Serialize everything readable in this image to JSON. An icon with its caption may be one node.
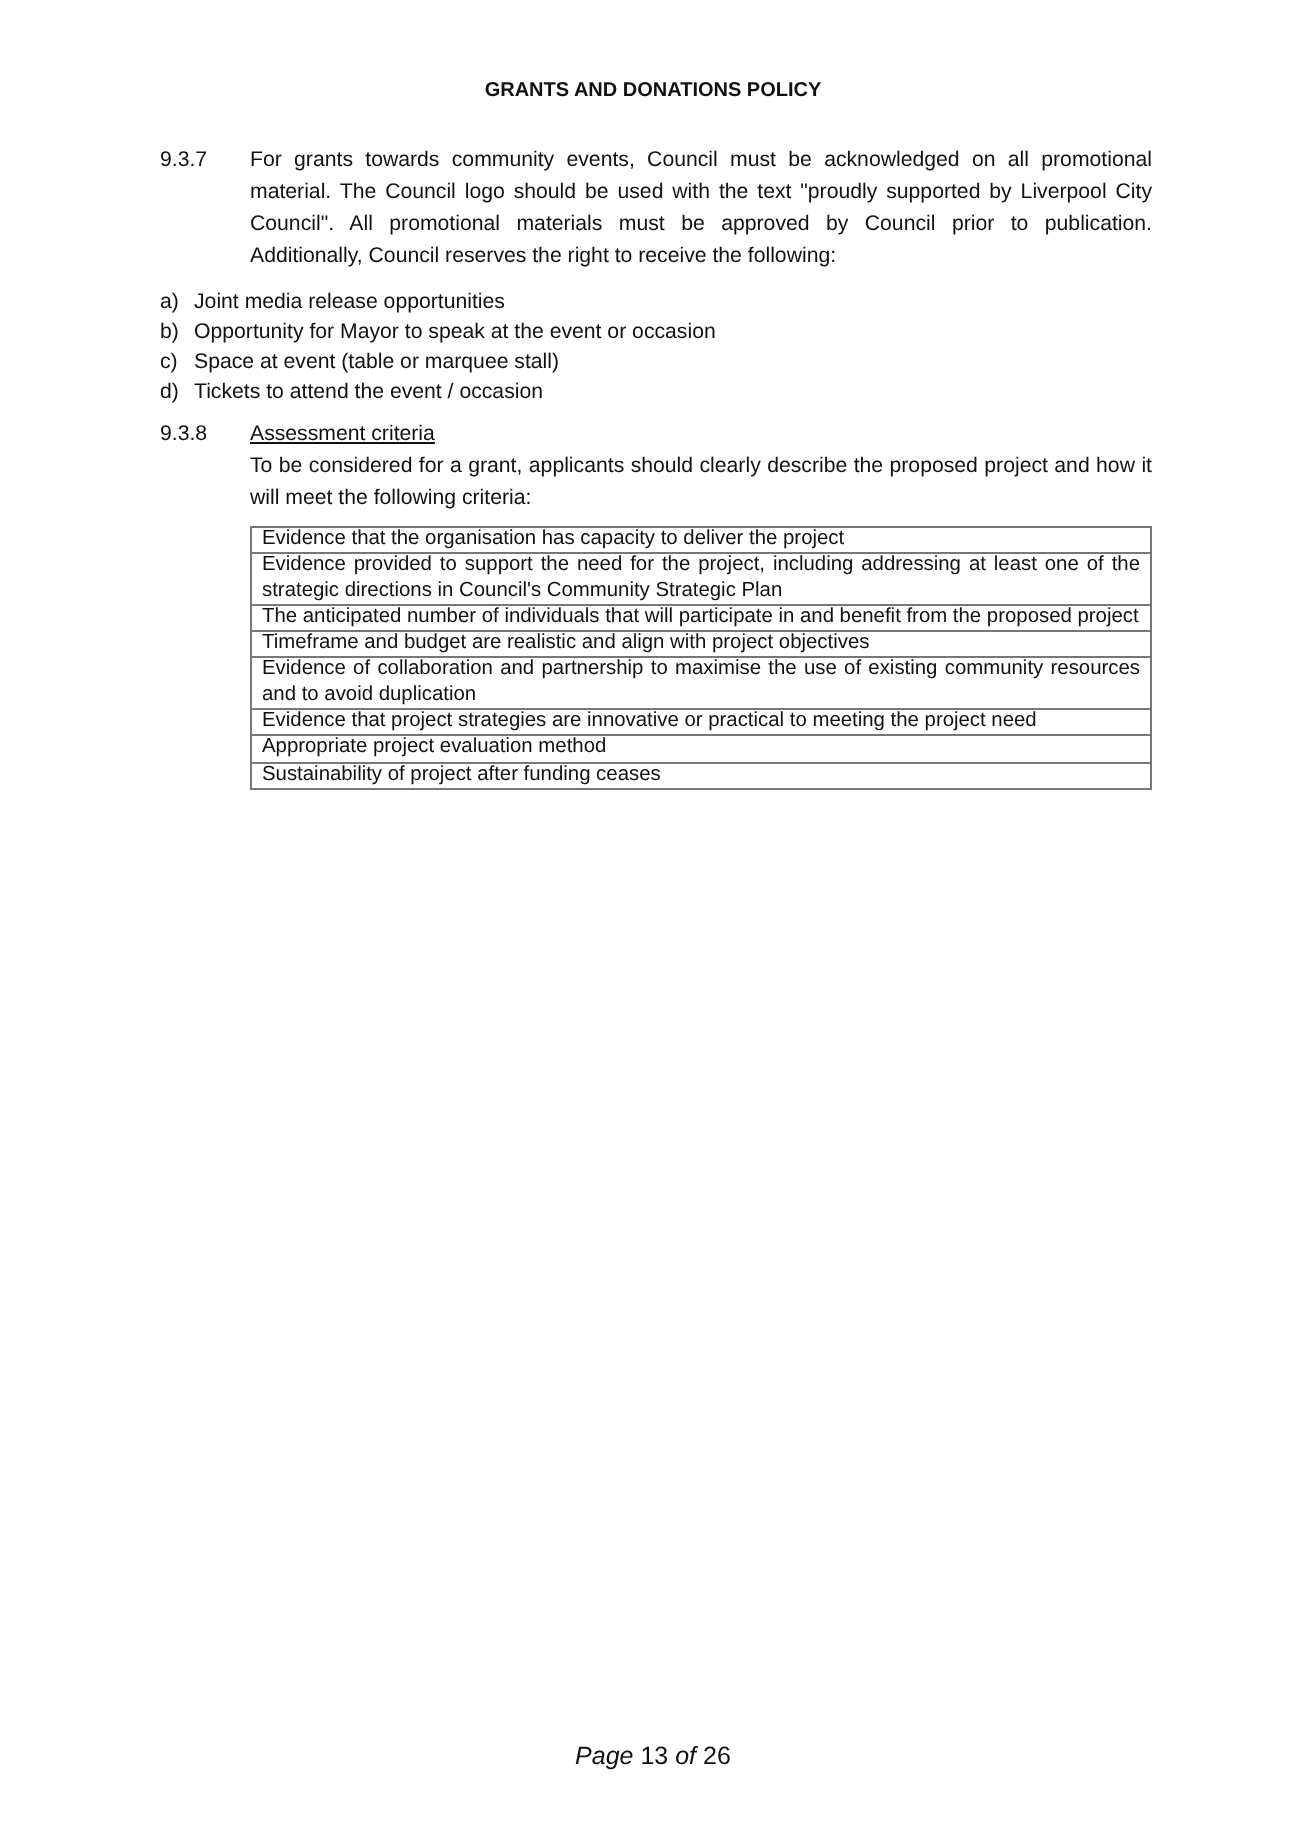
{
  "diagram": {
    "title": "GRANTS AND DONATIONS POLICY",
    "labels": [
      "9.3.7",
      "For grants towards community events, Council must be acknowledged on all promotional material. The Council logo should be used with the text \"proudly supported by Liverpool City Council\". All promotional materials must be approved by Council prior to publication. Additionally, Council reserves the right to receive the following:",
      "a)",
      "Joint media release opportunities",
      "b)",
      "Opportunity for Mayor to speak at the event or occasion",
      "c)",
      "Space at event (table or marquee stall)",
      "d)",
      "Tickets to attend the event / occasion",
      "9.3.8",
      "Assessment criteria",
      "To be considered for a grant, applicants should clearly describe the proposed project and how it will meet the following criteria:",
      "Evidence that the organisation has capacity to deliver the project",
      "Evidence provided to support the need for the project, including addressing at least one of the strategic directions in Council's Community Strategic Plan",
      "The anticipated number of individuals that will participate in and benefit from the proposed project",
      "Timeframe and budget are realistic and align with project objectives",
      "Evidence of collaboration and partnership to maximise the use of existing community resources and to avoid duplication",
      "Evidence that project strategies are innovative or practical to meeting the project need",
      "Appropriate project evaluation method",
      "Sustainability of project after funding ceases",
      "*Page* 13 *of* 26"
    ]
  }
}
